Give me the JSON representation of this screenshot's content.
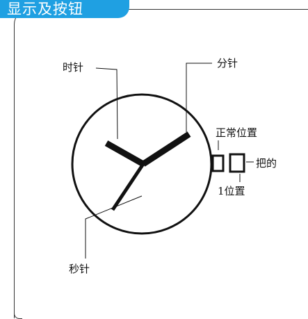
{
  "header": {
    "title": "显示及按钮"
  },
  "labels": {
    "hour_hand": "时针",
    "minute_hand": "分针",
    "second_hand": "秒针",
    "normal_position": "正常位置",
    "crown": "把的",
    "position_1": "1位置"
  },
  "colors": {
    "header_bg": "#1fa0e2",
    "ink": "#111111"
  }
}
